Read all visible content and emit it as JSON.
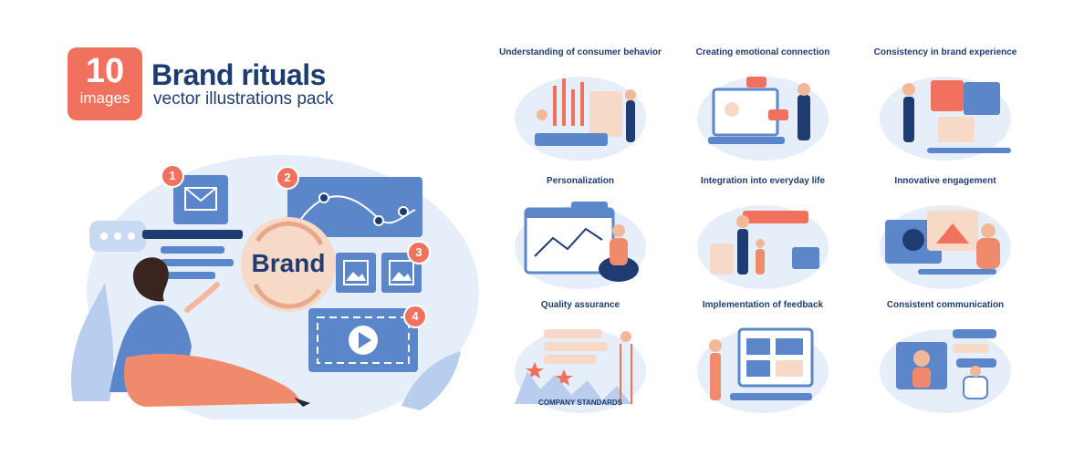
{
  "header": {
    "count": "10",
    "count_word": "images",
    "title": "Brand rituals",
    "subtitle": "vector illustrations pack"
  },
  "hero": {
    "brand_label": "Brand",
    "steps": [
      "1",
      "2",
      "3",
      "4"
    ]
  },
  "cards": [
    {
      "title": "Understanding of consumer behavior"
    },
    {
      "title": "Creating emotional connection"
    },
    {
      "title": "Consistency in brand experience"
    },
    {
      "title": "Personalization"
    },
    {
      "title": "Integration into everyday life"
    },
    {
      "title": "Innovative engagement"
    },
    {
      "title": "Quality assurance",
      "label": "COMPANY STANDARDS"
    },
    {
      "title": "Implementation of feedback"
    },
    {
      "title": "Consistent communication"
    }
  ],
  "colors": {
    "accent": "#f0725e",
    "navy": "#1f3c72",
    "blue": "#5b86c9",
    "light_blue": "#dce8f6",
    "peach": "#f6d9c6"
  }
}
